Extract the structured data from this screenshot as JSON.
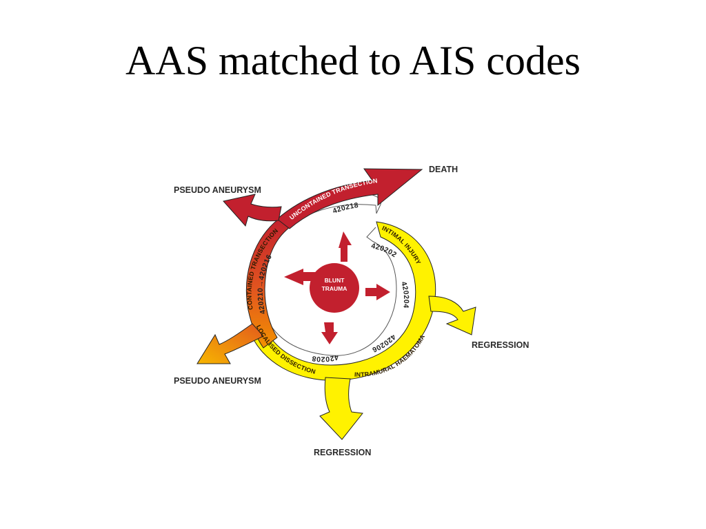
{
  "title": "AAS matched to AIS codes",
  "diagram": {
    "center": {
      "line1": "BLUNT",
      "line2": "TRAUMA"
    },
    "bands": {
      "intimal_injury": "INTIMAL INJURY",
      "intramural_haematoma": "INTRAMURAL HAEMATOMA",
      "localised_dissection": "LOCALISED DISSECTION",
      "contained_transection": "CONTAINED TRANSECTION",
      "uncontained_transection": "UNCONTAINED TRANSECTION"
    },
    "codes": {
      "c420202": "420202",
      "c420204": "420204",
      "c420206": "420206",
      "c420208": "420208",
      "c420210_216": "420210→420216",
      "c420218": "420218"
    },
    "outcomes": {
      "death": "DEATH",
      "pseudo_aneurysm_top": "PSEUDO ANEURYSM",
      "pseudo_aneurysm_bottom": "PSEUDO ANEURYSM",
      "regression_right": "REGRESSION",
      "regression_bottom": "REGRESSION"
    },
    "colors": {
      "red": "#c2202e",
      "yellow": "#fff200",
      "orange": "#f39200"
    }
  }
}
